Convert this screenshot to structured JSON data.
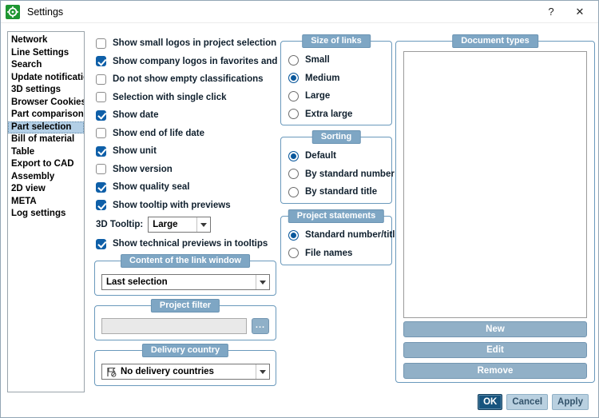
{
  "window": {
    "title": "Settings",
    "help_label": "?",
    "close_label": "✕"
  },
  "colors": {
    "accent": "#17547e",
    "group_header_bg": "#7ea6c4",
    "group_border": "#6a99bc",
    "sidebar_selection_bg": "#b3cfe6",
    "checkbox_checked": "#0e5fa8",
    "radio_selected": "#0a589c",
    "button_fill": "#91b0c7",
    "title_icon_green": "#1e9632"
  },
  "sidebar": {
    "items": [
      {
        "label": "Network",
        "selected": false
      },
      {
        "label": "Line Settings",
        "selected": false
      },
      {
        "label": "Search",
        "selected": false
      },
      {
        "label": "Update notification",
        "selected": false
      },
      {
        "label": "3D settings",
        "selected": false
      },
      {
        "label": "Browser Cookies",
        "selected": false
      },
      {
        "label": "Part comparison",
        "selected": false
      },
      {
        "label": "Part selection",
        "selected": true
      },
      {
        "label": "Bill of material",
        "selected": false
      },
      {
        "label": "Table",
        "selected": false
      },
      {
        "label": "Export to CAD",
        "selected": false
      },
      {
        "label": "Assembly",
        "selected": false
      },
      {
        "label": "2D view",
        "selected": false
      },
      {
        "label": "META",
        "selected": false
      },
      {
        "label": "Log settings",
        "selected": false
      }
    ]
  },
  "options": {
    "checkboxes": [
      {
        "label": "Show small logos in project selection",
        "checked": false
      },
      {
        "label": "Show company logos in favorites and links",
        "checked": true
      },
      {
        "label": "Do not show empty classifications",
        "checked": false
      },
      {
        "label": "Selection with single click",
        "checked": false
      },
      {
        "label": "Show date",
        "checked": true
      },
      {
        "label": "Show end of life date",
        "checked": false
      },
      {
        "label": "Show unit",
        "checked": true
      },
      {
        "label": "Show version",
        "checked": false
      },
      {
        "label": "Show quality seal",
        "checked": true
      },
      {
        "label": "Show tooltip with previews",
        "checked": true
      }
    ],
    "tooltip_3d": {
      "label": "3D Tooltip:",
      "value": "Large"
    },
    "technical_previews": {
      "label": "Show technical previews in tooltips",
      "checked": true
    }
  },
  "link_window_group": {
    "title": "Content of the link window",
    "dropdown_value": "Last selection"
  },
  "project_filter_group": {
    "title": "Project filter",
    "input_value": "",
    "browse_label": "..."
  },
  "delivery_country_group": {
    "title": "Delivery country",
    "dropdown_value": "No delivery countries"
  },
  "size_of_links_group": {
    "title": "Size of links",
    "options": [
      {
        "label": "Small",
        "selected": false
      },
      {
        "label": "Medium",
        "selected": true
      },
      {
        "label": "Large",
        "selected": false
      },
      {
        "label": "Extra large",
        "selected": false
      }
    ]
  },
  "sorting_group": {
    "title": "Sorting",
    "options": [
      {
        "label": "Default",
        "selected": true
      },
      {
        "label": "By standard number",
        "selected": false
      },
      {
        "label": "By standard title",
        "selected": false
      }
    ]
  },
  "project_statements_group": {
    "title": "Project statements",
    "options": [
      {
        "label": "Standard number/title",
        "selected": true
      },
      {
        "label": "File names",
        "selected": false
      }
    ]
  },
  "document_types_group": {
    "title": "Document types",
    "new_label": "New",
    "edit_label": "Edit",
    "remove_label": "Remove"
  },
  "footer": {
    "ok_label": "OK",
    "cancel_label": "Cancel",
    "apply_label": "Apply"
  }
}
